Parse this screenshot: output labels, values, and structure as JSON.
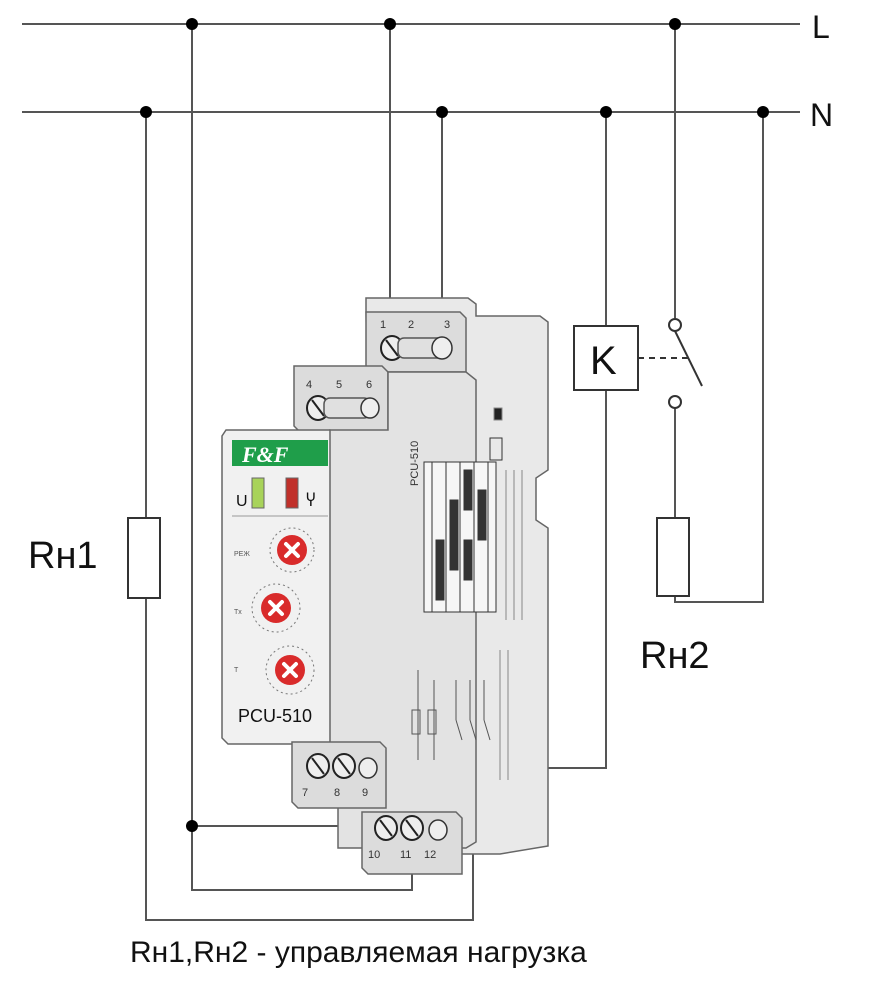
{
  "bus": {
    "l": "L",
    "n": "N"
  },
  "loads": {
    "rh1": "Rн1",
    "rh2": "Rн2"
  },
  "contactor": {
    "label": "K"
  },
  "device": {
    "brand": "F&F",
    "model": "PCU-510",
    "side_model": "PCU-510",
    "led_u": "U",
    "led_out": "Ⴤ",
    "knob_mode": "РЕЖ",
    "knob_tx": "Tx",
    "knob_t": "T",
    "terminals_top_row1": [
      "1",
      "2",
      "3"
    ],
    "terminals_top_row2": [
      "4",
      "5",
      "6"
    ],
    "terminals_bottom_row1": [
      "7",
      "8",
      "9"
    ],
    "terminals_bottom_row2": [
      "10",
      "11",
      "12"
    ]
  },
  "caption": "Rн1,Rн2 - управляемая нагрузка"
}
